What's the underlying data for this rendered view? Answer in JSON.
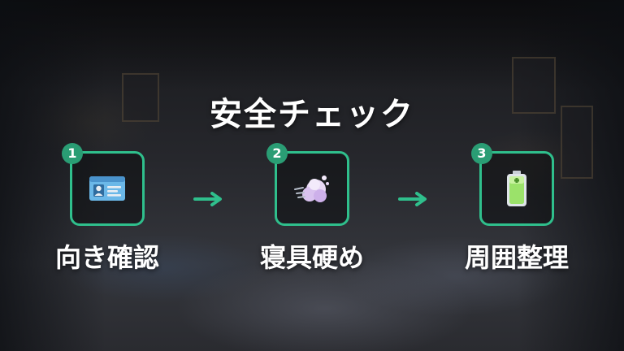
{
  "title": "安全チェック",
  "colors": {
    "accent": "#2fbf8c",
    "badge": "#2a9d74",
    "text": "#ffffff"
  },
  "steps": [
    {
      "number": "1",
      "label": "向き確認",
      "icon": "id-card-icon"
    },
    {
      "number": "2",
      "label": "寝具硬め",
      "icon": "soft-puff-icon"
    },
    {
      "number": "3",
      "label": "周囲整理",
      "icon": "battery-icon"
    }
  ]
}
